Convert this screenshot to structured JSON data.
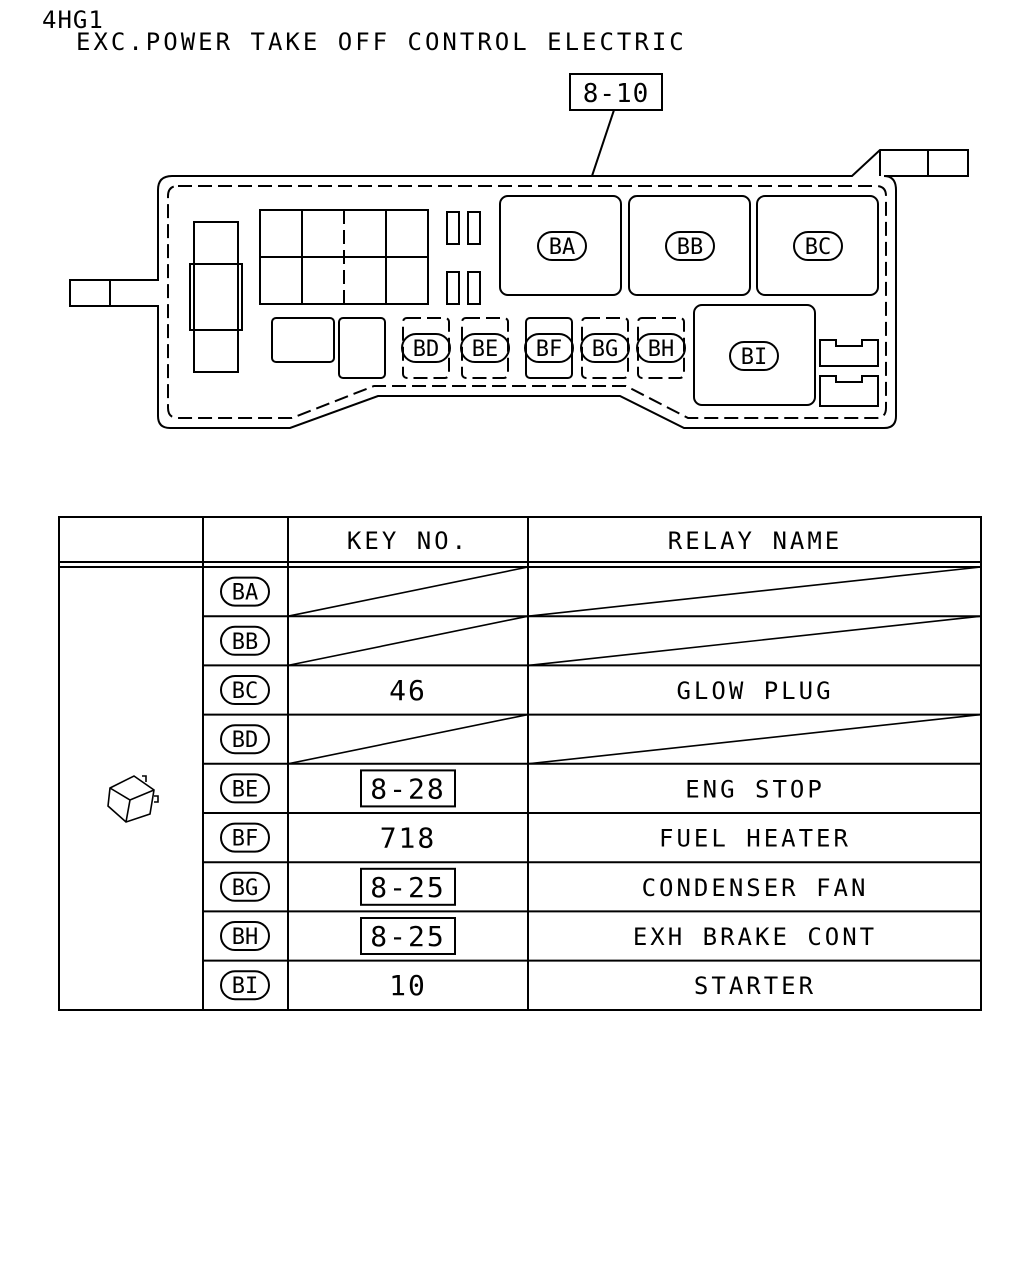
{
  "header": {
    "model": "4HG1",
    "subtitle": "EXC.POWER TAKE OFF CONTROL ELECTRIC"
  },
  "diagram": {
    "ref_box": "8-10",
    "relays": {
      "BA": "BA",
      "BB": "BB",
      "BC": "BC",
      "BD": "BD",
      "BE": "BE",
      "BF": "BF",
      "BG": "BG",
      "BH": "BH",
      "BI": "BI"
    }
  },
  "table": {
    "headers": {
      "key_no": "KEY NO.",
      "relay_name": "RELAY NAME"
    },
    "icon": "relay-cube-icon",
    "rows": [
      {
        "code": "BA",
        "key": "",
        "key_boxed": false,
        "name": ""
      },
      {
        "code": "BB",
        "key": "",
        "key_boxed": false,
        "name": ""
      },
      {
        "code": "BC",
        "key": "46",
        "key_boxed": false,
        "name": "GLOW PLUG"
      },
      {
        "code": "BD",
        "key": "",
        "key_boxed": false,
        "name": ""
      },
      {
        "code": "BE",
        "key": "8-28",
        "key_boxed": true,
        "name": "ENG STOP"
      },
      {
        "code": "BF",
        "key": "718",
        "key_boxed": false,
        "name": "FUEL HEATER"
      },
      {
        "code": "BG",
        "key": "8-25",
        "key_boxed": true,
        "name": "CONDENSER FAN"
      },
      {
        "code": "BH",
        "key": "8-25",
        "key_boxed": true,
        "name": "EXH BRAKE CONT"
      },
      {
        "code": "BI",
        "key": "10",
        "key_boxed": false,
        "name": "STARTER"
      }
    ]
  }
}
